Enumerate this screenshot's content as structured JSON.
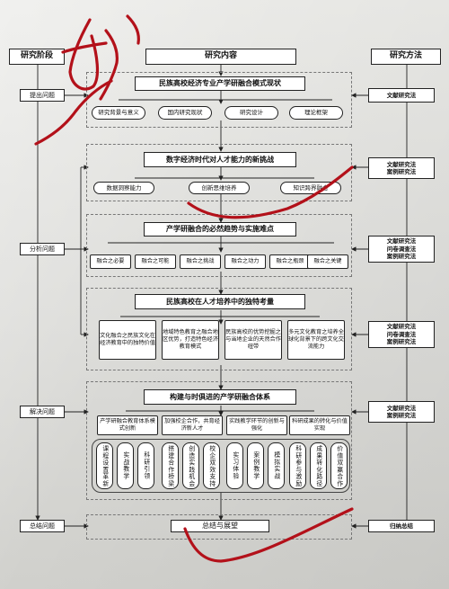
{
  "headers": {
    "stage": "研究阶段",
    "content": "研究内容",
    "method": "研究方法"
  },
  "stages": [
    "提出问题",
    "分析问题",
    "解决问题",
    "总结问题"
  ],
  "sections": [
    {
      "title": "民族高校经济专业产学研融合模式现状",
      "items": [
        "研究背景与意义",
        "国内研究现状",
        "研究设计",
        "理论框架"
      ],
      "methods": "文献研究法"
    },
    {
      "title": "数字经济时代对人才能力的新挑战",
      "items": [
        "数据洞察能力",
        "创新思维培养",
        "知识跨界融合"
      ],
      "methods": "文献研究法\n案例研究法"
    },
    {
      "title": "产学研融合的必然趋势与实施难点",
      "items": [
        "融合之必要",
        "融合之可能",
        "融合之挑战",
        "融合之动力",
        "融合之瓶颈",
        "融合之关键"
      ],
      "methods": "文献研究法\n问卷调查法\n案例研究法"
    },
    {
      "title": "民族高校在人才培养中的独特考量",
      "items": [
        "文化融合之民族文化在经济教育中的独特价值",
        "地域特色教育之融合地区优势，打造特色经济教育模式",
        "民族高校的优势挖掘之与当地企业的天然合作纽带",
        "多元文化教育之培养全球化背景下的跨文化交流能力"
      ],
      "methods": "文献研究法\n问卷调查法\n案例研究法"
    },
    {
      "title": "构建与时俱进的产学研融合体系",
      "groups": [
        "产学研融合教育体系模式创新",
        "加强校企合作，共育经济新人才",
        "实践教学环节的创新与强化",
        "科研成果的转化与价值实现"
      ],
      "items": [
        "课程设置革新",
        "实战教学",
        "科研引领",
        "搭建合作桥梁",
        "创造实践机会",
        "校企双效支持",
        "实习体验",
        "案例教学",
        "模拟实战",
        "科研参与激励",
        "成果转化路径",
        "价值双赢合作"
      ],
      "methods": "文献研究法\n案例研究法"
    }
  ],
  "summary": {
    "label": "总结与展望",
    "method": "归纳总结"
  }
}
